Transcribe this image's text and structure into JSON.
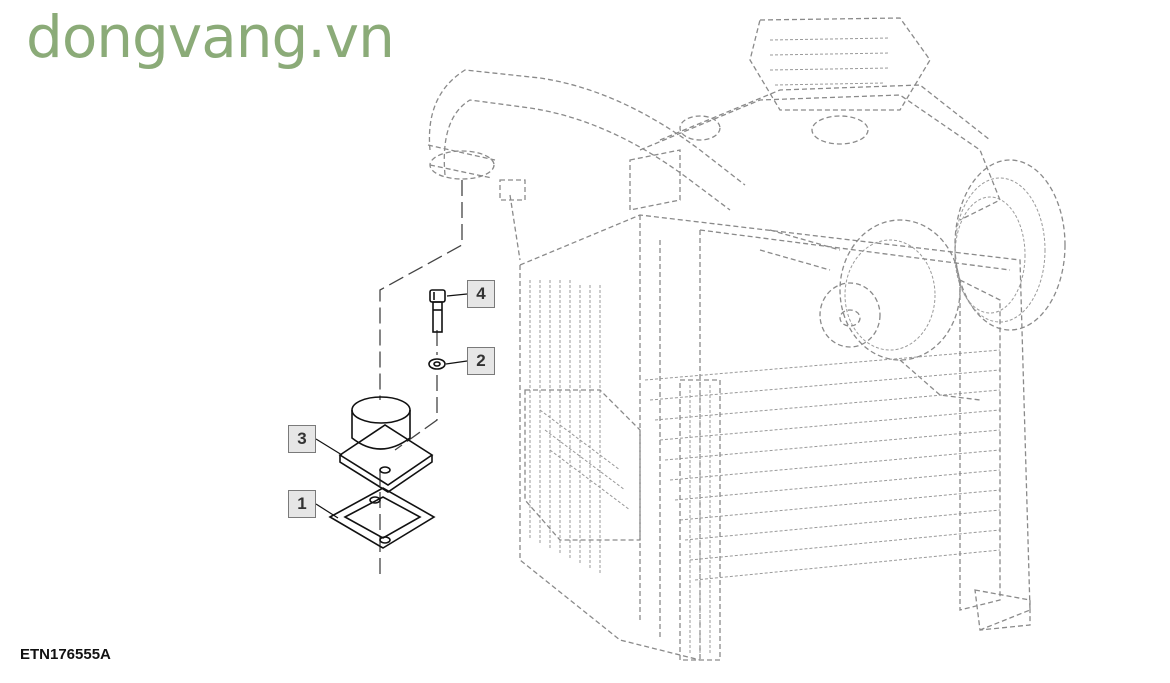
{
  "watermark": "dongvang.vn",
  "figure_id": "ETN176555A",
  "callouts": {
    "c1": "1",
    "c2": "2",
    "c3": "3",
    "c4": "4"
  },
  "colors": {
    "watermark": "#8bab78",
    "callout_bg": "#e6e6e6",
    "drawing_line": "#8a8a8a"
  }
}
